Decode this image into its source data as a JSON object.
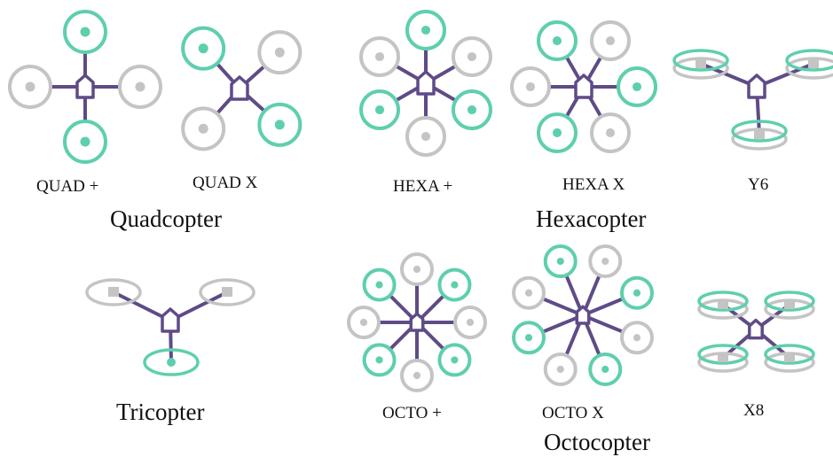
{
  "colors": {
    "arm": "#5f4b87",
    "ccw_prop": "#5ecfae",
    "cw_prop": "#c4c4c4",
    "background": "#ffffff"
  },
  "configs": {
    "quad_plus": {
      "label": "QUAD +"
    },
    "quad_x": {
      "label": "QUAD X"
    },
    "hexa_plus": {
      "label": "HEXA +"
    },
    "hexa_x": {
      "label": "HEXA X"
    },
    "y6": {
      "label": "Y6"
    },
    "tri": {
      "label": ""
    },
    "octo_plus": {
      "label": "OCTO +"
    },
    "octo_x": {
      "label": "OCTO X"
    },
    "x8": {
      "label": "X8"
    }
  },
  "groups": {
    "quadcopter": "Quadcopter",
    "hexacopter": "Hexacopter",
    "tricopter": "Tricopter",
    "octocopter": "Octocopter"
  }
}
